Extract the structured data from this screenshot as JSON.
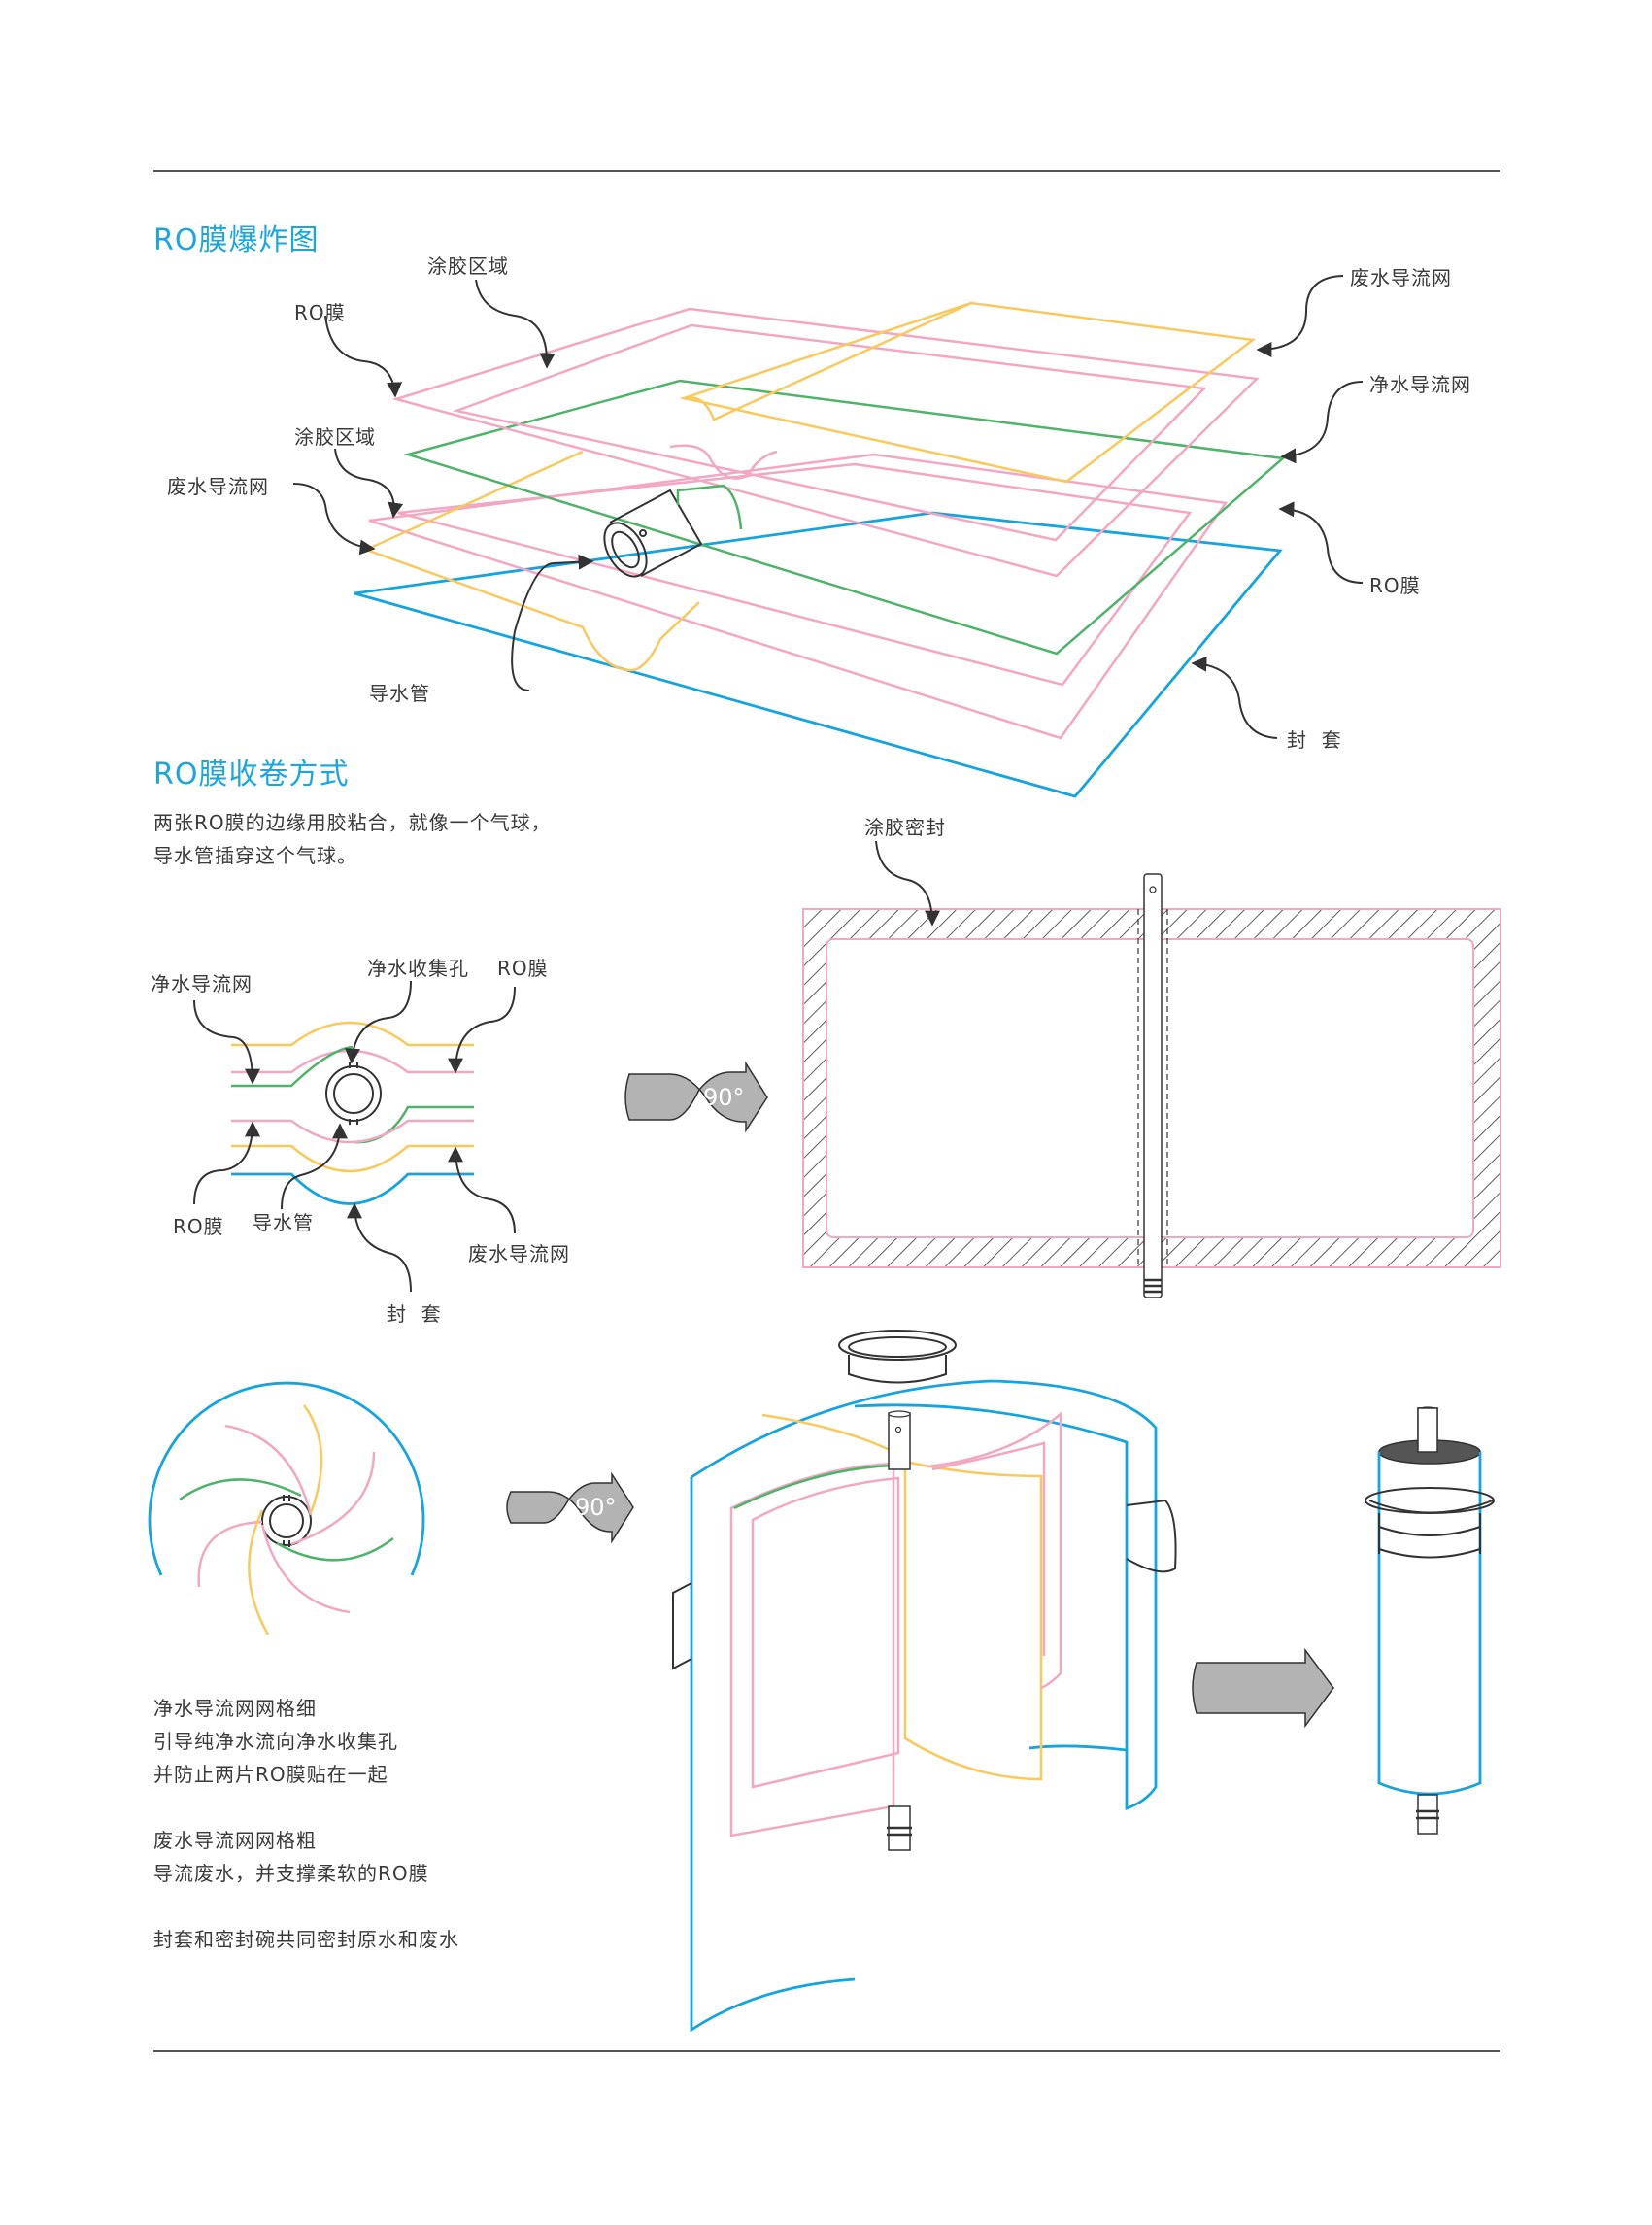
{
  "colors": {
    "accent": "#1aa6e0",
    "ro_membrane": "#f2a7c3",
    "waste_water_mesh": "#f9c95c",
    "pure_water_mesh": "#4fb36a",
    "seal_sleeve": "#15a4e0"
  },
  "section1": {
    "title": "RO膜爆炸图",
    "labels": {
      "glue_area_top": "涂胶区域",
      "ro_membrane_top_left": "RO膜",
      "glue_area_mid": "涂胶区域",
      "waste_mesh_left": "废水导流网",
      "water_tube": "导水管",
      "waste_mesh_right": "废水导流网",
      "pure_mesh_right": "净水导流网",
      "ro_membrane_right": "RO膜",
      "seal_sleeve": "封  套"
    }
  },
  "section2": {
    "title": "RO膜收卷方式",
    "intro": [
      "两张RO膜的边缘用胶粘合，就像一个气球，",
      "导水管插穿这个气球。"
    ],
    "cross_section_labels": {
      "pure_mesh": "净水导流网",
      "collect_hole": "净水收集孔",
      "ro_membrane_top": "RO膜",
      "ro_membrane_bottom": "RO膜",
      "water_tube": "导水管",
      "waste_mesh": "废水导流网",
      "seal_sleeve": "封  套"
    },
    "glue_seal_label": "涂胶密封",
    "rotate_arrow_text": "90°",
    "notes": [
      "净水导流网网格细",
      "引导纯净水流向净水收集孔",
      "并防止两片RO膜贴在一起",
      "",
      "废水导流网网格粗",
      "导流废水，并支撑柔软的RO膜",
      "",
      "封套和密封碗共同密封原水和废水"
    ]
  }
}
